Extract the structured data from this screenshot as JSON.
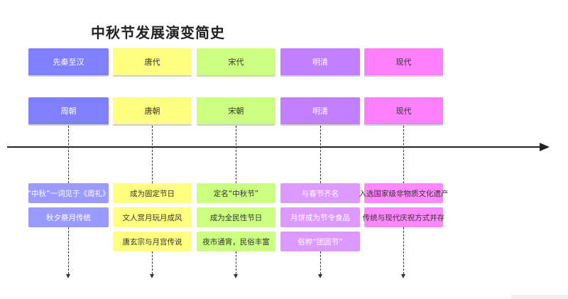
{
  "title": "中秋节发展演变简史",
  "columns": [
    {
      "period": "先秦至汉",
      "era": "周朝",
      "events": [
        "“中秋”一词见于《周礼》",
        "秋夕祭月传统"
      ]
    },
    {
      "period": "唐代",
      "era": "唐朝",
      "events": [
        "成为固定节日",
        "文人赏月玩月成风",
        "唐玄宗与月宫传说"
      ]
    },
    {
      "period": "宋代",
      "era": "宋朝",
      "events": [
        "定名“中秋节”",
        "成为全民性节日",
        "夜市通宵，民俗丰富"
      ]
    },
    {
      "period": "明清",
      "era": "明清",
      "events": [
        "与春节齐名",
        "月饼成为节令食品",
        "俗称“团圆节”"
      ]
    },
    {
      "period": "现代",
      "era": "现代",
      "events": [
        "入选国家级非物质文化遗产",
        "传统与现代庆祝方式并存"
      ]
    }
  ],
  "colors": {
    "col0": "#8080ff",
    "col1": "#ffff80",
    "col2": "#ccff80",
    "col3": "#c080ff",
    "col4": "#ff80ff",
    "axis": "#222222"
  }
}
